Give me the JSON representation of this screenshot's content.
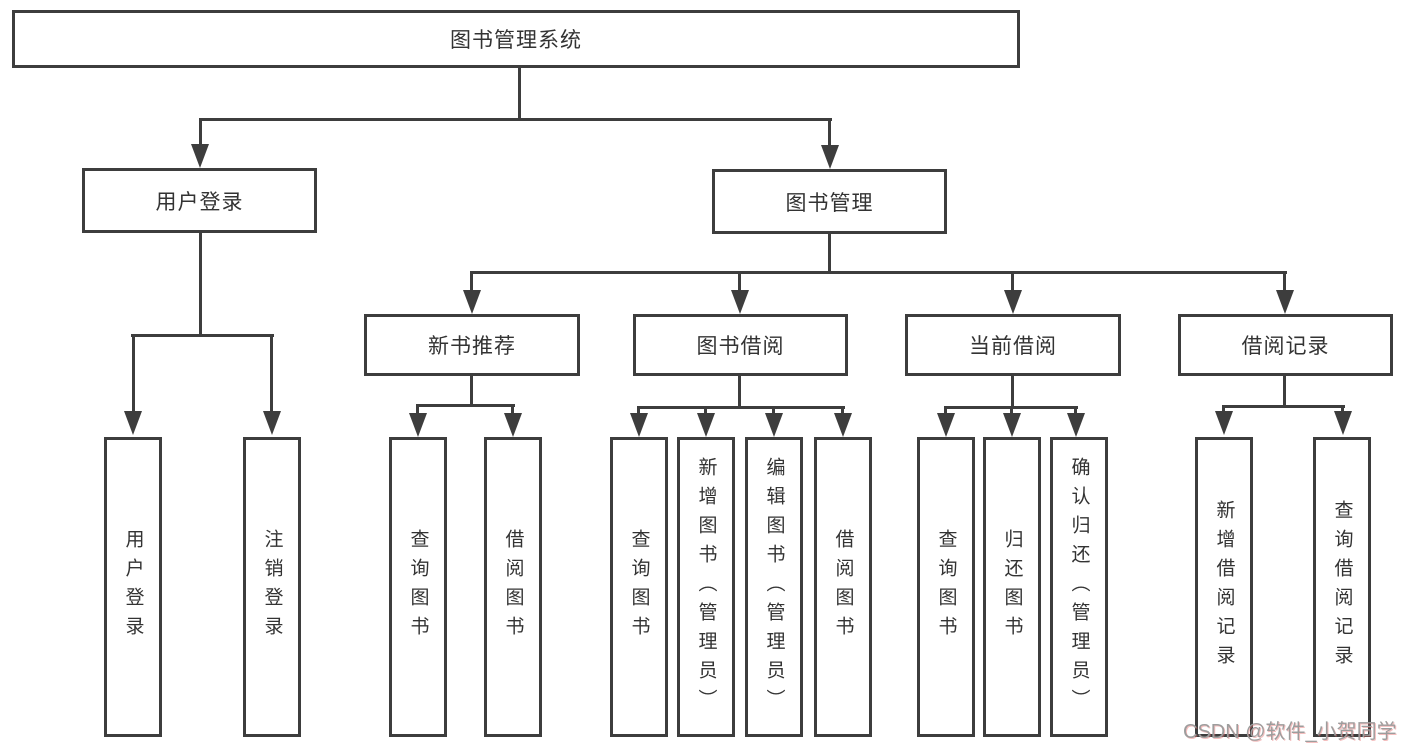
{
  "colors": {
    "line": "#3d3d3d",
    "box_border": "#3d3d3d",
    "text": "#333333",
    "watermark": "#9d9d9d",
    "background": "#ffffff"
  },
  "watermark": {
    "text": "CSDN @软件_小贺同学"
  },
  "tree": {
    "label": "图书管理系统",
    "children": [
      {
        "label": "用户登录",
        "children": [
          {
            "label": "用户登录"
          },
          {
            "label": "注销登录"
          }
        ]
      },
      {
        "label": "图书管理",
        "children": [
          {
            "label": "新书推荐",
            "children": [
              {
                "label": "查询图书"
              },
              {
                "label": "借阅图书"
              }
            ]
          },
          {
            "label": "图书借阅",
            "children": [
              {
                "label": "查询图书"
              },
              {
                "label": "新增图书（管理员）"
              },
              {
                "label": "编辑图书（管理员）"
              },
              {
                "label": "借阅图书"
              }
            ]
          },
          {
            "label": "当前借阅",
            "children": [
              {
                "label": "查询图书"
              },
              {
                "label": "归还图书"
              },
              {
                "label": "确认归还（管理员）"
              }
            ]
          },
          {
            "label": "借阅记录",
            "children": [
              {
                "label": "新增借阅记录"
              },
              {
                "label": "查询借阅记录"
              }
            ]
          }
        ]
      }
    ]
  }
}
